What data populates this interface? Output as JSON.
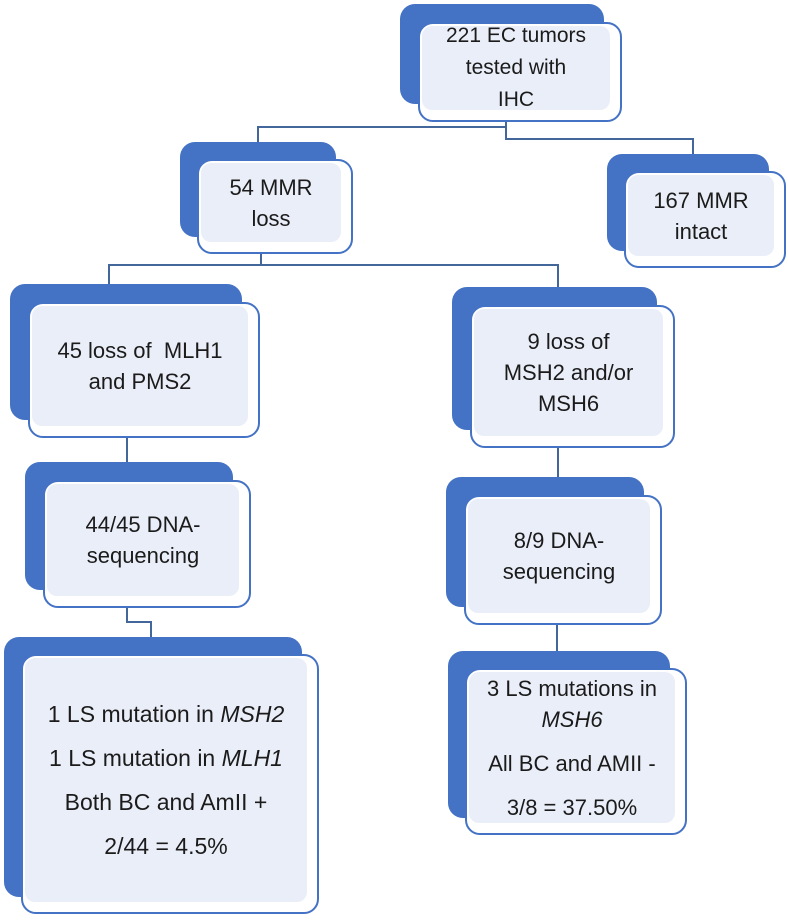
{
  "colors": {
    "accent": "#4472C4",
    "fill": "#EAEEF8",
    "connector": "#44679B",
    "text": "#1b1b1b",
    "background": "#ffffff"
  },
  "diagram": {
    "type": "flowchart",
    "nodes": [
      {
        "id": "root",
        "lines": [
          {
            "parts": [
              {
                "t": "221 EC tumors",
                "i": false
              }
            ],
            "para": false
          },
          {
            "parts": [
              {
                "t": "tested with",
                "i": false
              }
            ],
            "para": false
          },
          {
            "parts": [
              {
                "t": "IHC",
                "i": false
              }
            ],
            "para": false
          }
        ]
      },
      {
        "id": "mmr_loss",
        "lines": [
          {
            "parts": [
              {
                "t": "54 MMR",
                "i": false
              }
            ],
            "para": false
          },
          {
            "parts": [
              {
                "t": "loss",
                "i": false
              }
            ],
            "para": false
          }
        ]
      },
      {
        "id": "mmr_intact",
        "lines": [
          {
            "parts": [
              {
                "t": "167 MMR",
                "i": false
              }
            ],
            "para": false
          },
          {
            "parts": [
              {
                "t": "intact",
                "i": false
              }
            ],
            "para": false
          }
        ]
      },
      {
        "id": "mlh1_pms2",
        "lines": [
          {
            "parts": [
              {
                "t": "45 loss of  MLH1",
                "i": false
              }
            ],
            "para": false
          },
          {
            "parts": [
              {
                "t": "and PMS2",
                "i": false
              }
            ],
            "para": false
          }
        ]
      },
      {
        "id": "msh2_msh6",
        "lines": [
          {
            "parts": [
              {
                "t": "9 loss of",
                "i": false
              }
            ],
            "para": false
          },
          {
            "parts": [
              {
                "t": "MSH2 and/or",
                "i": false
              }
            ],
            "para": false
          },
          {
            "parts": [
              {
                "t": "MSH6",
                "i": false
              }
            ],
            "para": false
          }
        ]
      },
      {
        "id": "dna44",
        "lines": [
          {
            "parts": [
              {
                "t": "44/45 DNA-",
                "i": false
              }
            ],
            "para": false
          },
          {
            "parts": [
              {
                "t": "sequencing",
                "i": false
              }
            ],
            "para": false
          }
        ]
      },
      {
        "id": "dna89",
        "lines": [
          {
            "parts": [
              {
                "t": "8/9 DNA-",
                "i": false
              }
            ],
            "para": false
          },
          {
            "parts": [
              {
                "t": "sequencing",
                "i": false
              }
            ],
            "para": false
          }
        ]
      },
      {
        "id": "result_left",
        "lines": [
          {
            "parts": [
              {
                "t": "1 LS mutation in ",
                "i": false
              },
              {
                "t": "MSH2",
                "i": true
              }
            ],
            "para": false
          },
          {
            "parts": [
              {
                "t": "1 LS mutation in ",
                "i": false
              },
              {
                "t": "MLH1",
                "i": true
              }
            ],
            "para": true
          },
          {
            "parts": [
              {
                "t": "Both BC and AmII +",
                "i": false
              }
            ],
            "para": true
          },
          {
            "parts": [
              {
                "t": "2/44 = 4.5%",
                "i": false
              }
            ],
            "para": true
          }
        ]
      },
      {
        "id": "result_right",
        "lines": [
          {
            "parts": [
              {
                "t": "3 LS mutations in",
                "i": false
              }
            ],
            "para": false
          },
          {
            "parts": [
              {
                "t": "MSH6",
                "i": true
              }
            ],
            "para": false
          },
          {
            "parts": [
              {
                "t": "All BC and AMII -",
                "i": false
              }
            ],
            "para": true
          },
          {
            "parts": [
              {
                "t": "3/8 = 37.50%",
                "i": false
              }
            ],
            "para": true
          }
        ]
      }
    ],
    "edges": [
      {
        "from": "root",
        "to": "mmr_loss"
      },
      {
        "from": "root",
        "to": "mmr_intact"
      },
      {
        "from": "mmr_loss",
        "to": "mlh1_pms2"
      },
      {
        "from": "mmr_loss",
        "to": "msh2_msh6"
      },
      {
        "from": "mlh1_pms2",
        "to": "dna44"
      },
      {
        "from": "msh2_msh6",
        "to": "dna89"
      },
      {
        "from": "dna44",
        "to": "result_left"
      },
      {
        "from": "dna89",
        "to": "result_right"
      }
    ]
  }
}
